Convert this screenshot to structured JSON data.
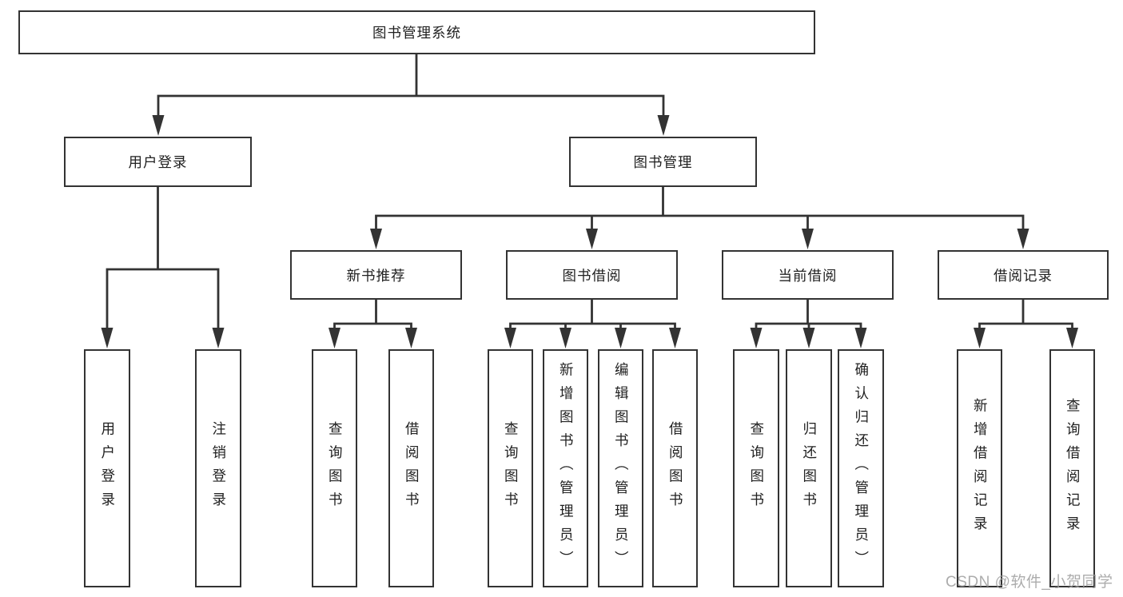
{
  "diagram_title": "图书管理系统",
  "tree": {
    "root": {
      "label": "图书管理系统",
      "children": [
        {
          "label": "用户登录",
          "children": [
            {
              "label": "用户登录"
            },
            {
              "label": "注销登录"
            }
          ]
        },
        {
          "label": "图书管理",
          "children": [
            {
              "label": "新书推荐",
              "children": [
                {
                  "label": "查询图书"
                },
                {
                  "label": "借阅图书"
                }
              ]
            },
            {
              "label": "图书借阅",
              "children": [
                {
                  "label": "查询图书"
                },
                {
                  "label": "新增图书（管理员）"
                },
                {
                  "label": "编辑图书（管理员）"
                },
                {
                  "label": "借阅图书"
                }
              ]
            },
            {
              "label": "当前借阅",
              "children": [
                {
                  "label": "查询图书"
                },
                {
                  "label": "归还图书"
                },
                {
                  "label": "确认归还（管理员）"
                }
              ]
            },
            {
              "label": "借阅记录",
              "children": [
                {
                  "label": "新增借阅记录"
                },
                {
                  "label": "查询借阅记录"
                }
              ]
            }
          ]
        }
      ]
    }
  },
  "watermark": "CSDN @软件_小贺同学",
  "colors": {
    "line": "#333333",
    "box_border": "#333333",
    "text": "#212121",
    "watermark": "#9e9e9e",
    "background": "#ffffff"
  }
}
